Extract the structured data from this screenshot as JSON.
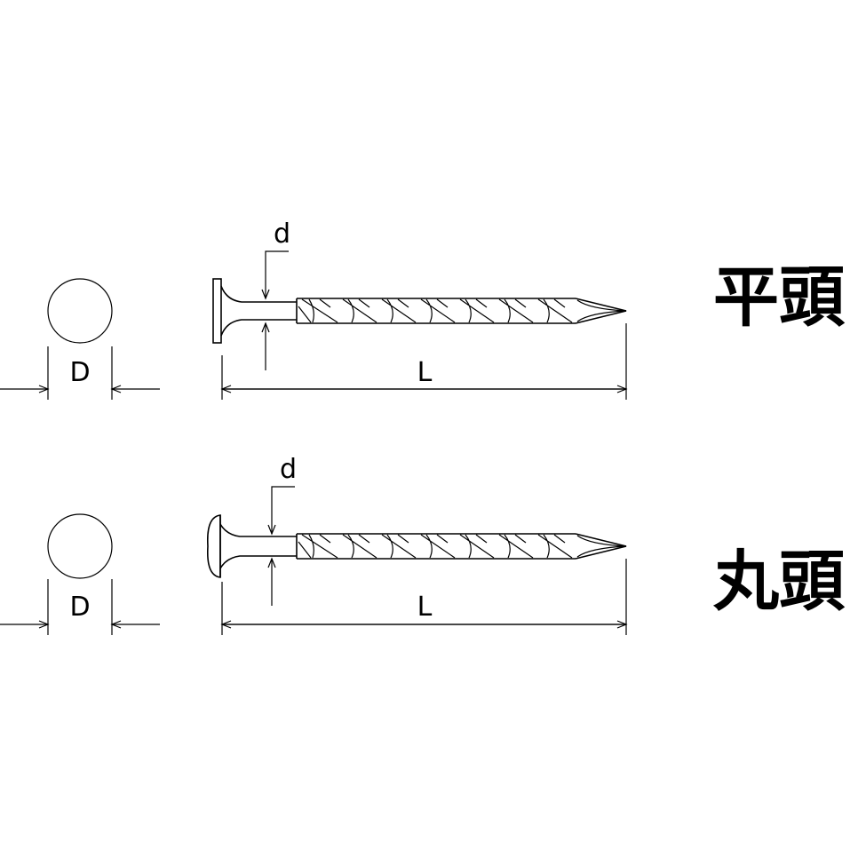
{
  "figures": [
    {
      "id": "flat-head",
      "title": "平頭",
      "head_diameter_label": "D",
      "shank_diameter_label": "d",
      "length_label": "L"
    },
    {
      "id": "round-head",
      "title": "丸頭",
      "head_diameter_label": "D",
      "shank_diameter_label": "d",
      "length_label": "L"
    }
  ]
}
